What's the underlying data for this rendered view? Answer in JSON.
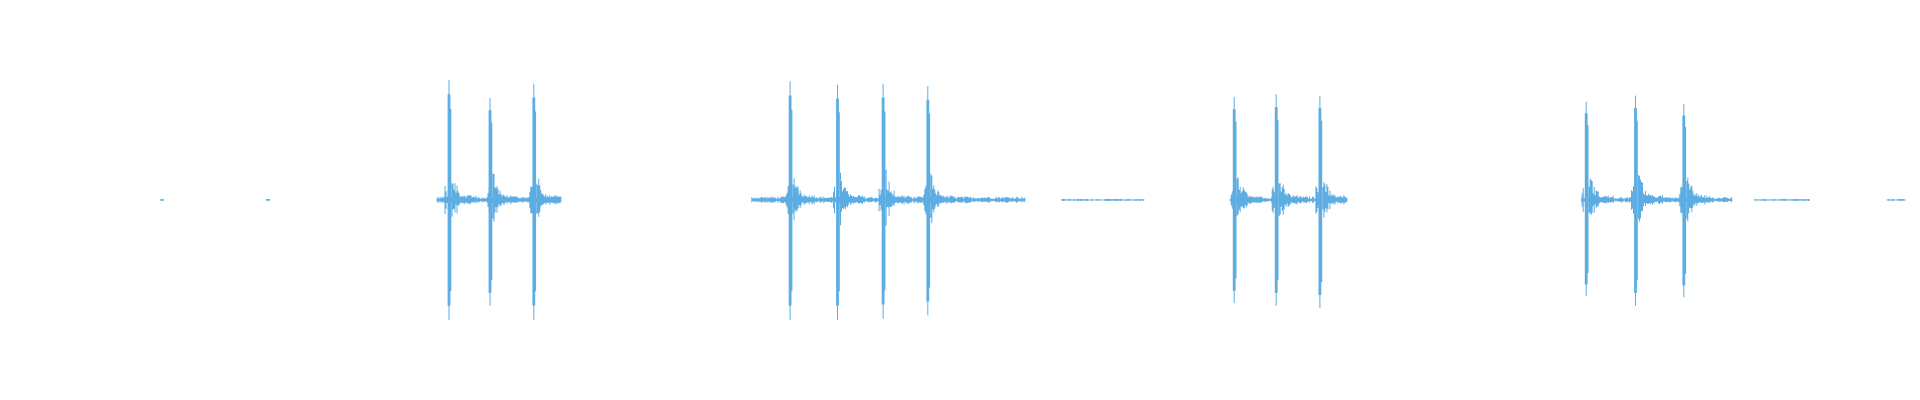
{
  "waveform": {
    "color": "#5dade2",
    "background": "#ffffff",
    "duration_s": 20,
    "amplitude_range": [
      -1,
      1
    ],
    "noise_segments": [
      {
        "start_s": 0.82,
        "end_s": 0.86,
        "amplitude": 0.01
      },
      {
        "start_s": 1.98,
        "end_s": 2.02,
        "amplitude": 0.01
      },
      {
        "start_s": 3.85,
        "end_s": 5.18,
        "amplitude": 0.03
      },
      {
        "start_s": 7.3,
        "end_s": 10.3,
        "amplitude": 0.03
      },
      {
        "start_s": 10.7,
        "end_s": 11.6,
        "amplitude": 0.01
      },
      {
        "start_s": 12.55,
        "end_s": 13.8,
        "amplitude": 0.03
      },
      {
        "start_s": 16.4,
        "end_s": 18.05,
        "amplitude": 0.025
      },
      {
        "start_s": 18.3,
        "end_s": 18.9,
        "amplitude": 0.01
      },
      {
        "start_s": 19.75,
        "end_s": 19.95,
        "amplitude": 0.01
      }
    ],
    "transients": [
      {
        "time_s": 3.98,
        "peak_up": 1.0,
        "peak_down": 1.0
      },
      {
        "time_s": 4.43,
        "peak_up": 0.85,
        "peak_down": 0.88
      },
      {
        "time_s": 4.91,
        "peak_up": 0.97,
        "peak_down": 1.0
      },
      {
        "time_s": 7.72,
        "peak_up": 0.99,
        "peak_down": 1.0
      },
      {
        "time_s": 8.24,
        "peak_up": 0.96,
        "peak_down": 1.0
      },
      {
        "time_s": 8.74,
        "peak_up": 0.97,
        "peak_down": 0.99
      },
      {
        "time_s": 9.23,
        "peak_up": 0.95,
        "peak_down": 0.96
      },
      {
        "time_s": 12.59,
        "peak_up": 0.86,
        "peak_down": 0.86
      },
      {
        "time_s": 13.05,
        "peak_up": 0.88,
        "peak_down": 0.88
      },
      {
        "time_s": 13.53,
        "peak_up": 0.87,
        "peak_down": 0.9
      },
      {
        "time_s": 16.45,
        "peak_up": 0.82,
        "peak_down": 0.8
      },
      {
        "time_s": 16.99,
        "peak_up": 0.87,
        "peak_down": 0.88
      },
      {
        "time_s": 17.52,
        "peak_up": 0.8,
        "peak_down": 0.81
      }
    ]
  }
}
